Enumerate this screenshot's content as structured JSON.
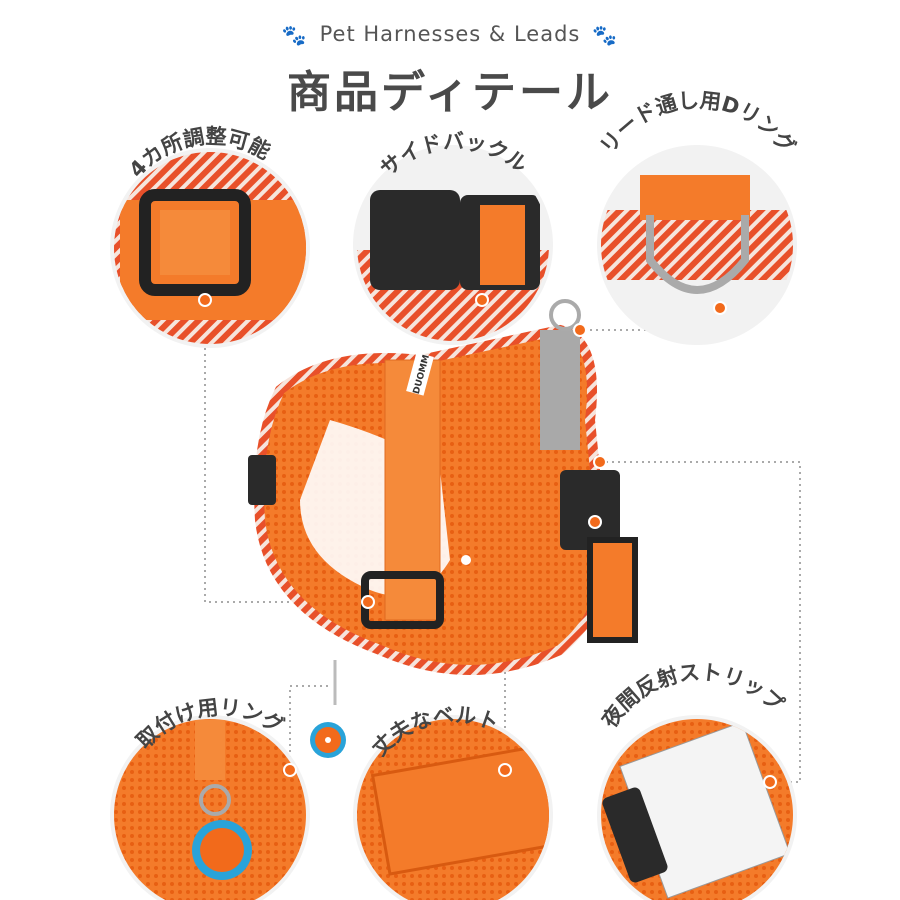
{
  "header": {
    "subtitle": "Pet Harnesses & Leads",
    "title": "商品ディテール",
    "paw_icon": "paw-icon",
    "paw_color": "#d4a373"
  },
  "details": [
    {
      "label": "4カ所調整可能"
    },
    {
      "label": "サイドバックル"
    },
    {
      "label": "リード通し用Dリング"
    },
    {
      "label": "取付け用リング"
    },
    {
      "label": "丈夫なベルト"
    },
    {
      "label": "夜間反射ストリップ"
    }
  ],
  "product": {
    "brand_tag": "DUOMM"
  },
  "colors": {
    "accent": "#f26a1b",
    "harness": "#f47b2a",
    "text": "#444444"
  }
}
